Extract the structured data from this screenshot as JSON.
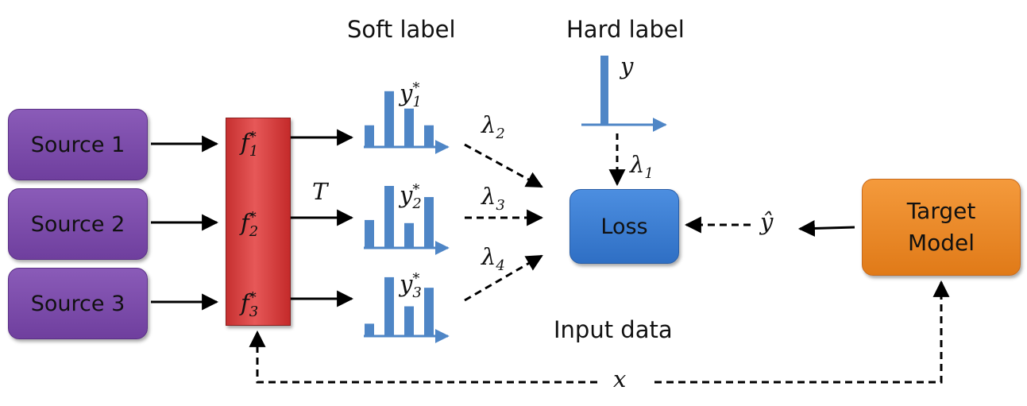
{
  "sources": [
    {
      "label": "Source 1"
    },
    {
      "label": "Source 2"
    },
    {
      "label": "Source 3"
    }
  ],
  "extractors": [
    {
      "sym": "f",
      "sub": "1",
      "sup": "*"
    },
    {
      "sym": "f",
      "sub": "2",
      "sup": "*"
    },
    {
      "sym": "f",
      "sub": "3",
      "sup": "*"
    }
  ],
  "temperature": "T",
  "soft_label_heading": "Soft label",
  "hard_label_heading": "Hard label",
  "soft_labels": [
    {
      "sym": "y",
      "sub": "1",
      "sup": "*",
      "bars": [
        0.35,
        0.9,
        0.62,
        0.35
      ]
    },
    {
      "sym": "y",
      "sub": "2",
      "sup": "*",
      "bars": [
        0.45,
        1.0,
        0.4,
        0.82
      ]
    },
    {
      "sym": "y",
      "sub": "3",
      "sup": "*",
      "bars": [
        0.2,
        0.95,
        0.48,
        0.78
      ]
    }
  ],
  "hard_label": {
    "sym": "y"
  },
  "weights": [
    {
      "sym": "λ",
      "sub": "1"
    },
    {
      "sym": "λ",
      "sub": "2"
    },
    {
      "sym": "λ",
      "sub": "3"
    },
    {
      "sym": "λ",
      "sub": "4"
    }
  ],
  "loss_label": "Loss",
  "target_model_label": "Target Model",
  "prediction": {
    "sym": "ŷ"
  },
  "input_data_label": "Input data",
  "input_symbol": "x",
  "colors": {
    "source_fill": "#7b4bab",
    "extractor_fill": "#d63b3b",
    "loss_fill": "#3b7dd8",
    "target_fill": "#ef8a27",
    "chart_bars": "#4f86c6"
  }
}
